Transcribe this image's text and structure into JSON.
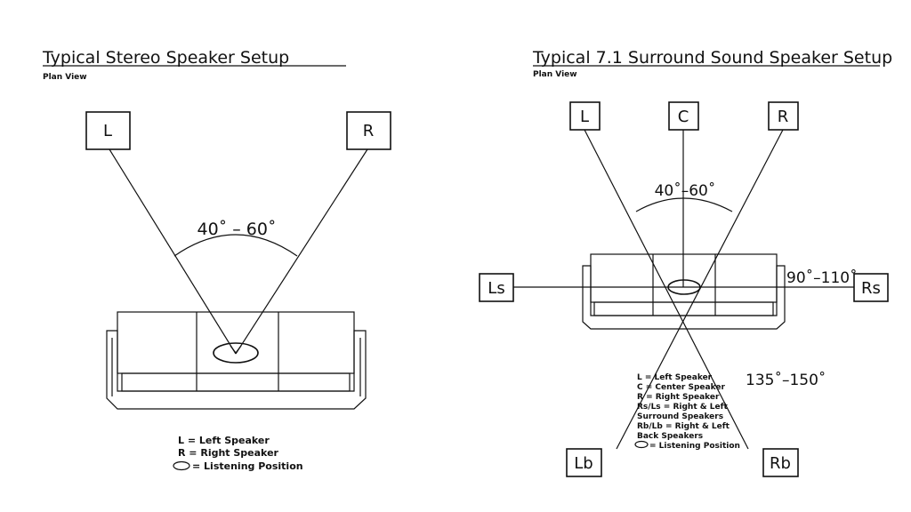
{
  "stereo": {
    "title": "Typical Stereo Speaker Setup",
    "subtitle": "Plan View",
    "speakers": {
      "left": "L",
      "right": "R"
    },
    "angle": "40˚ – 60˚",
    "legend": [
      "L = Left Speaker",
      "R = Right Speaker",
      "= Listening Position"
    ]
  },
  "surround": {
    "title": "Typical 7.1 Surround Sound Speaker Setup",
    "subtitle": "Plan View",
    "speakers": {
      "left": "L",
      "center": "C",
      "right": "R",
      "left_surround": "Ls",
      "right_surround": "Rs",
      "left_back": "Lb",
      "right_back": "Rb"
    },
    "angle_front": "40˚–60˚",
    "angle_side": "90˚–110˚",
    "angle_back": "135˚–150˚",
    "legend": [
      "L = Left Speaker",
      "C = Center Speaker",
      "R = Right Speaker",
      "Rs/Ls = Right & Left",
      "Surround Speakers",
      "Rb/Lb = Right & Left",
      "Back Speakers",
      "= Listening Position"
    ]
  }
}
